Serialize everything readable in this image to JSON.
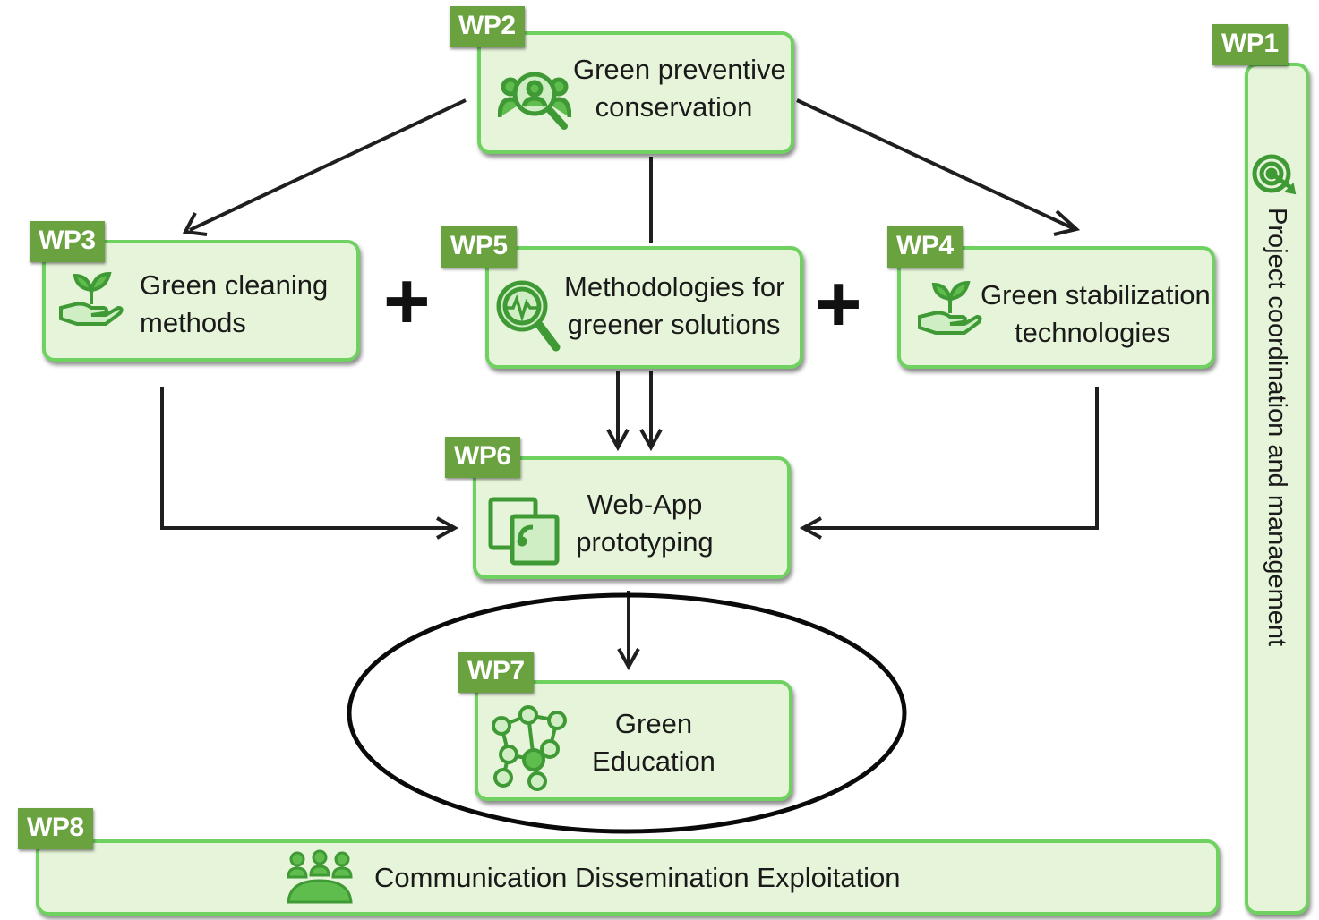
{
  "nodes": {
    "wp1": {
      "tag": "WP1",
      "label": "Project coordination and management",
      "icon": "target-icon"
    },
    "wp2": {
      "tag": "WP2",
      "line1": "Green preventive",
      "line2": "conservation",
      "icon": "people-search-icon"
    },
    "wp3": {
      "tag": "WP3",
      "line1": "Green cleaning",
      "line2": "methods",
      "icon": "hand-plant-icon"
    },
    "wp4": {
      "tag": "WP4",
      "line1": "Green stabilization",
      "line2": "technologies",
      "icon": "hand-plant-icon"
    },
    "wp5": {
      "tag": "WP5",
      "line1": "Methodologies for",
      "line2": "greener solutions",
      "icon": "magnifier-pulse-icon"
    },
    "wp6": {
      "tag": "WP6",
      "line1": "Web-App",
      "line2": "prototyping",
      "icon": "device-wireless-icon"
    },
    "wp7": {
      "tag": "WP7",
      "line1": "Green",
      "line2": "Education",
      "icon": "network-people-icon"
    },
    "wp8": {
      "tag": "WP8",
      "label": "Communication Dissemination Exploitation",
      "icon": "audience-icon"
    }
  },
  "operators": {
    "plus_left": "+",
    "plus_right": "+"
  },
  "colors": {
    "box_fill": "#e6f4d9",
    "box_border": "#6fd160",
    "tag_fill": "#6aa23f",
    "icon_green": "#3f9a35",
    "arrow": "#1f1f1f"
  }
}
